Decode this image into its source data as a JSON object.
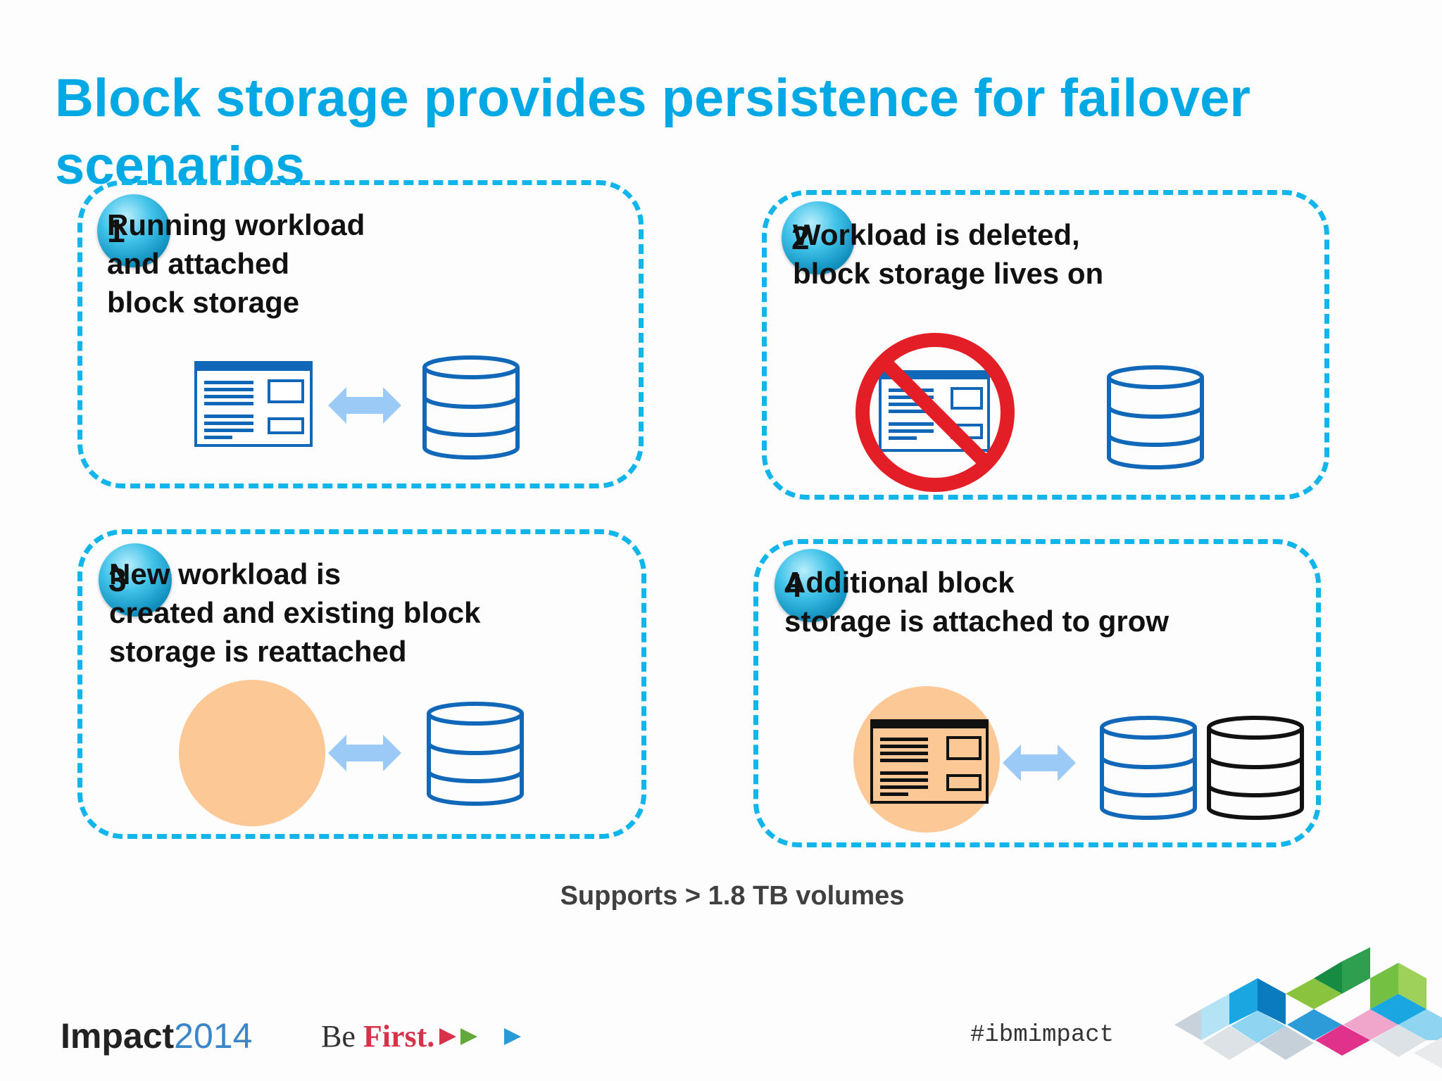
{
  "slide": {
    "title": "Block storage provides persistence for failover scenarios",
    "panels": [
      {
        "number": "1",
        "caption": [
          "Running workload",
          "and attached",
          "block storage"
        ]
      },
      {
        "number": "2",
        "caption": [
          "Workload is deleted,",
          "block storage lives on"
        ]
      },
      {
        "number": "3",
        "caption": [
          "New workload is",
          "created and existing block",
          "storage is reattached"
        ]
      },
      {
        "number": "4",
        "caption": [
          "Additional block",
          "storage is attached to grow"
        ]
      }
    ],
    "footer_note": "Supports > 1.8 TB volumes",
    "branding": {
      "brand_word": "Impact",
      "brand_year": "2014",
      "tagline_be": "Be",
      "tagline_first": "First.",
      "hashtag": "#ibmimpact"
    }
  },
  "colors": {
    "title": "#00a8e4",
    "dash_border": "#12b5ea",
    "icon_blue": "#1268b8",
    "arrow": "#9ccaf6",
    "peach": "#fcc895",
    "prohibit": "#e41e26"
  }
}
